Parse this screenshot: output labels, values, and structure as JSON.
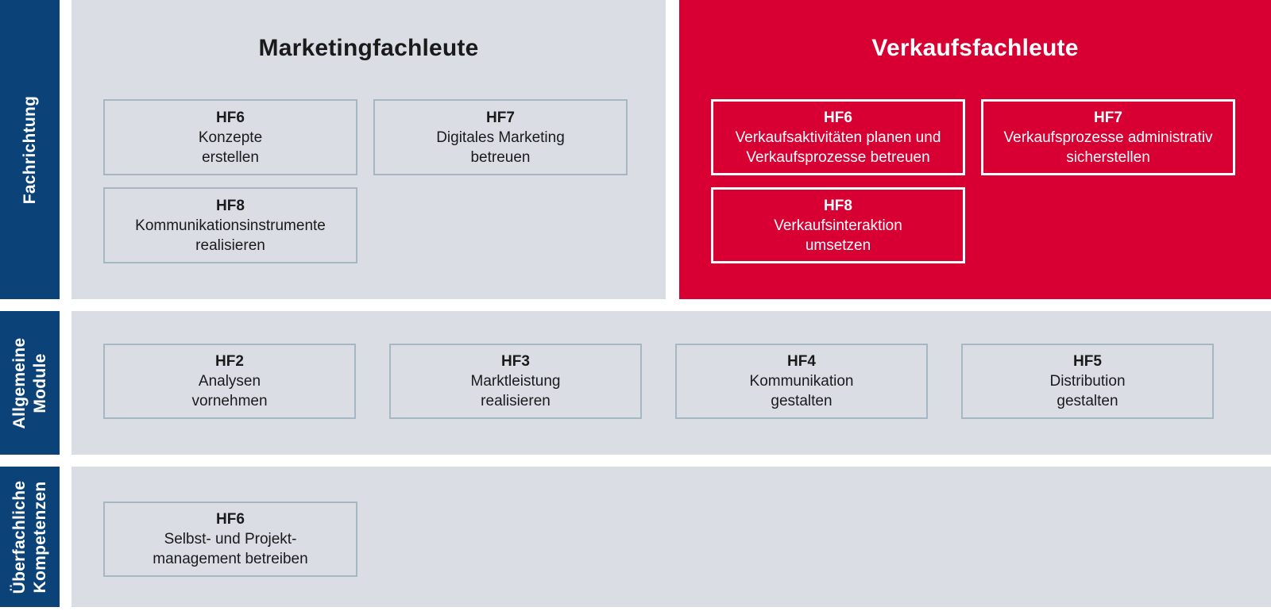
{
  "colors": {
    "sidebar_blue": "#0b4379",
    "panel_gray": "#dadee4",
    "panel_red": "#d80032",
    "box_border_gray": "#a5b8c2",
    "box_border_white": "#ffffff",
    "text_dark": "#1a1a1a",
    "text_white": "#ffffff"
  },
  "sidebar": {
    "rows": [
      {
        "label": "Fachrichtung"
      },
      {
        "label": "Allgemeine\nModule"
      },
      {
        "label": "Überfachliche\nKompetenzen"
      }
    ]
  },
  "panels": {
    "marketing": {
      "title": "Marketingfachleute",
      "boxes": [
        {
          "code": "HF6",
          "text": "Konzepte\nerstellen"
        },
        {
          "code": "HF7",
          "text": "Digitales Marketing\nbetreuen"
        },
        {
          "code": "HF8",
          "text": "Kommunikationsinstrumente\nrealisieren"
        }
      ]
    },
    "verkauf": {
      "title": "Verkaufsfachleute",
      "boxes": [
        {
          "code": "HF6",
          "text": "Verkaufsaktivitäten planen und\nVerkaufsprozesse betreuen"
        },
        {
          "code": "HF7",
          "text": "Verkaufsprozesse administrativ\nsicherstellen"
        },
        {
          "code": "HF8",
          "text": "Verkaufsinteraktion\numsetzen"
        }
      ]
    },
    "allgemein": {
      "boxes": [
        {
          "code": "HF2",
          "text": "Analysen\nvornehmen"
        },
        {
          "code": "HF3",
          "text": "Marktleistung\nrealisieren"
        },
        {
          "code": "HF4",
          "text": "Kommunikation\ngestalten"
        },
        {
          "code": "HF5",
          "text": "Distribution\ngestalten"
        }
      ]
    },
    "ueberfachlich": {
      "boxes": [
        {
          "code": "HF6",
          "text": "Selbst- und Projekt-\nmanagement betreiben"
        }
      ]
    }
  }
}
